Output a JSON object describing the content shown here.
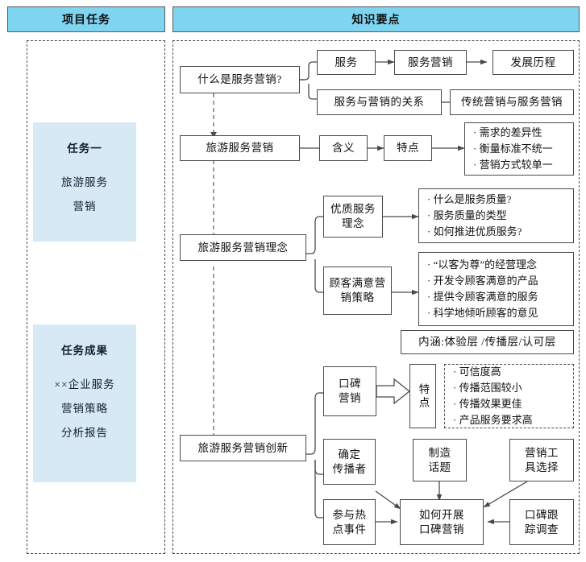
{
  "headers": {
    "left": "项目任务",
    "right": "知识要点",
    "fill": "#7FD4F0",
    "border": "#5a5a5a"
  },
  "left_panel": {
    "cards": [
      {
        "title": "任务一",
        "lines": [
          "旅游服务",
          "营销"
        ],
        "fill": "#D6E9F5"
      },
      {
        "title": "任务成果",
        "lines": [
          "××企业服务",
          "营销策略",
          "分析报告"
        ],
        "fill": "#D6E9F5"
      }
    ]
  },
  "right_panel": {
    "nodes": {
      "what_is_service_marketing": "什么是服务营销?",
      "service": "服务",
      "service_marketing": "服务营销",
      "development_history": "发展历程",
      "service_marketing_relation": "服务与营销的关系",
      "traditional_vs_service": "传统营销与服务营销",
      "tourism_service_marketing": "旅游服务营销",
      "meaning": "含义",
      "features": "特点",
      "quality_service_concept": "优质服务\n理念",
      "quality_service_concept_l1": "优质服务",
      "quality_service_concept_l2": "理念",
      "tourism_marketing_concept": "旅游服务营销理念",
      "customer_satisfaction_strategy_l1": "顾客满意营",
      "customer_satisfaction_strategy_l2": "销策略",
      "connotation": "内涵:体验层 /传播层/认可层",
      "word_of_mouth_l1": "口碑",
      "word_of_mouth_l2": "营销",
      "features_vertical": "特点",
      "tourism_marketing_innovation": "旅游服务营销创新",
      "identify_spreader_l1": "确定",
      "identify_spreader_l2": "传播者",
      "join_hot_events_l1": "参与热",
      "join_hot_events_l2": "点事件",
      "create_topic_l1": "制造",
      "create_topic_l2": "话题",
      "marketing_tools_l1": "营销工",
      "marketing_tools_l2": "具选择",
      "how_to_do_wom_l1": "如何开展",
      "how_to_do_wom_l2": "口碑营销",
      "wom_tracking_l1": "口碑跟",
      "wom_tracking_l2": "踪调查"
    },
    "lists": {
      "tourism_features": [
        "需求的差异性",
        "衡量标准不统一",
        "营销方式较单一"
      ],
      "service_quality": [
        "什么是服务质量?",
        "服务质量的类型",
        "如何推进优质服务?"
      ],
      "customer_satisfaction": [
        "“以客为尊”的经营理念",
        "开发令顾客满意的产品",
        "提供令顾客满意的服务",
        "科学地倾听顾客的意见"
      ],
      "wom_features": [
        "可信度高",
        "传播范围较小",
        "传播效果更佳",
        "产品服务要求高"
      ]
    }
  }
}
